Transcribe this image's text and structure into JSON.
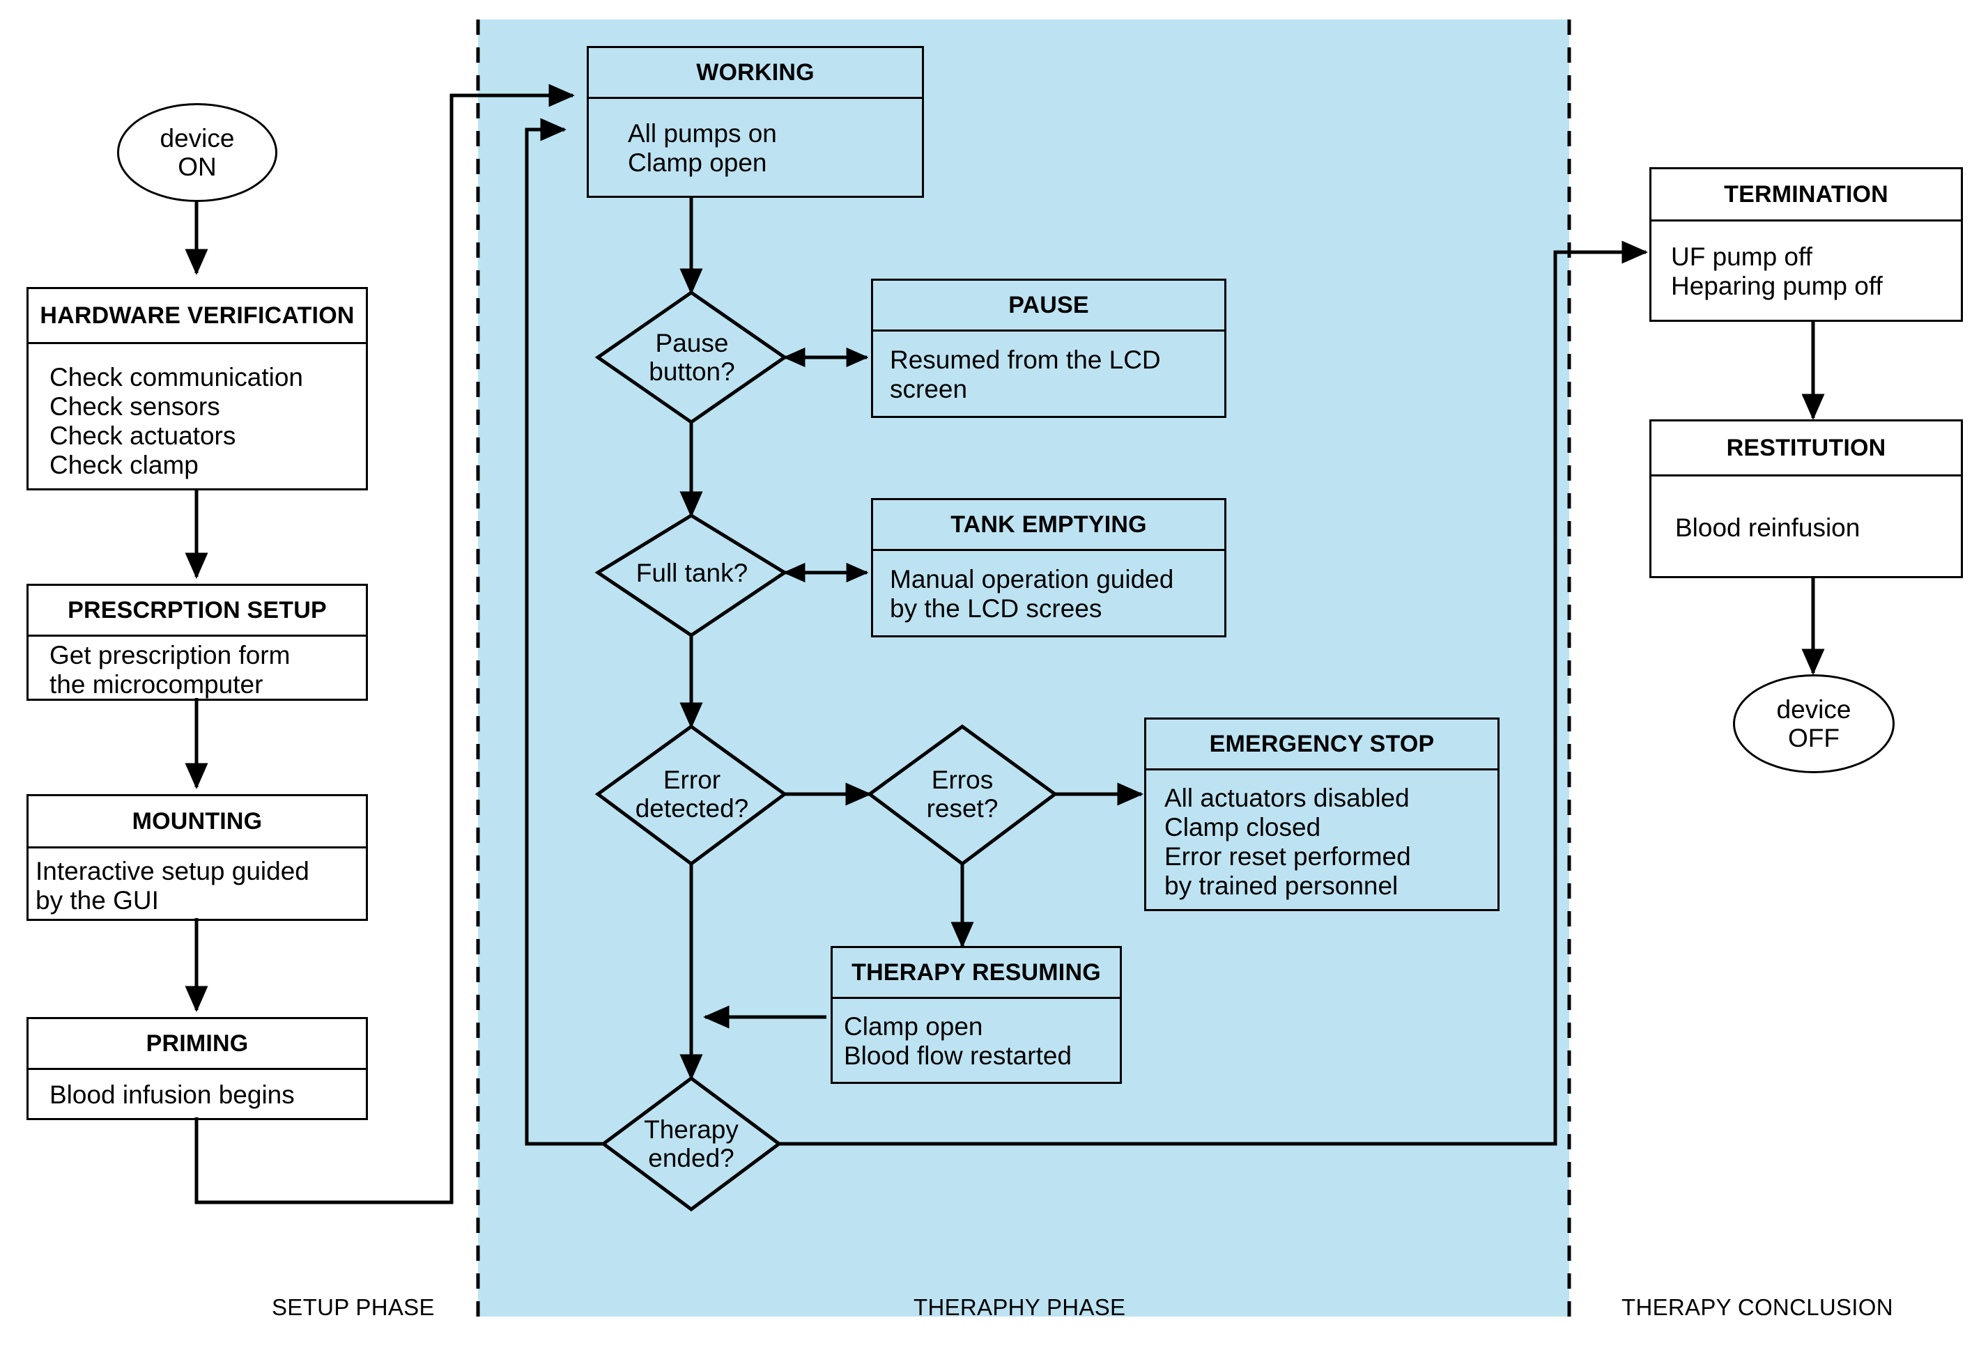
{
  "diagram": {
    "title_hidden": "",
    "colors": {
      "therapy_panel_fill": "#bde3f2",
      "stroke": "#000000",
      "background": "#ffffff"
    },
    "phases": [
      {
        "id": "setup",
        "label": "SETUP PHASE"
      },
      {
        "id": "therapy",
        "label": "THERAPHY PHASE"
      },
      {
        "id": "conclusion",
        "label": "THERAPY CONCLUSION"
      }
    ],
    "terminals": [
      {
        "id": "device-on",
        "lines": [
          "device",
          "ON"
        ]
      },
      {
        "id": "device-off",
        "lines": [
          "device",
          "OFF"
        ]
      }
    ],
    "decisions": [
      {
        "id": "pause-button",
        "lines": [
          "Pause",
          "button?"
        ]
      },
      {
        "id": "full-tank",
        "lines": [
          "Full tank?"
        ]
      },
      {
        "id": "error-detected",
        "lines": [
          "Error",
          "detected?"
        ]
      },
      {
        "id": "erros-reset",
        "lines": [
          "Erros",
          "reset?"
        ]
      },
      {
        "id": "therapy-ended",
        "lines": [
          "Therapy",
          "ended?"
        ]
      }
    ],
    "boxes": [
      {
        "id": "hardware-verification",
        "title": "HARDWARE VERIFICATION",
        "lines": [
          "Check communication",
          "Check sensors",
          "Check actuators",
          "Check clamp"
        ]
      },
      {
        "id": "prescrption-setup",
        "title": "PRESCRPTION SETUP",
        "lines": [
          "Get prescription form",
          "the microcomputer"
        ]
      },
      {
        "id": "mounting",
        "title": "MOUNTING",
        "lines": [
          "Interactive setup guided",
          "by the GUI"
        ]
      },
      {
        "id": "priming",
        "title": "PRIMING",
        "lines": [
          "Blood infusion begins"
        ]
      },
      {
        "id": "working",
        "title": "WORKING",
        "lines": [
          "All pumps on",
          "Clamp open"
        ]
      },
      {
        "id": "pause",
        "title": "PAUSE",
        "lines": [
          "Resumed from the LCD",
          "screen"
        ]
      },
      {
        "id": "tank-emptying",
        "title": "TANK EMPTYING",
        "lines": [
          "Manual operation guided",
          "by the LCD screes"
        ]
      },
      {
        "id": "emergency-stop",
        "title": "EMERGENCY STOP",
        "lines": [
          "All actuators disabled",
          "Clamp closed",
          "Error reset performed",
          "by trained personnel"
        ]
      },
      {
        "id": "therapy-resuming",
        "title": "THERAPY RESUMING",
        "lines": [
          "Clamp open",
          "Blood flow restarted"
        ]
      },
      {
        "id": "termination",
        "title": "TERMINATION",
        "lines": [
          "UF pump off",
          "Heparing pump off"
        ]
      },
      {
        "id": "restitution",
        "title": "RESTITUTION",
        "lines": [
          "Blood reinfusion"
        ]
      }
    ]
  }
}
